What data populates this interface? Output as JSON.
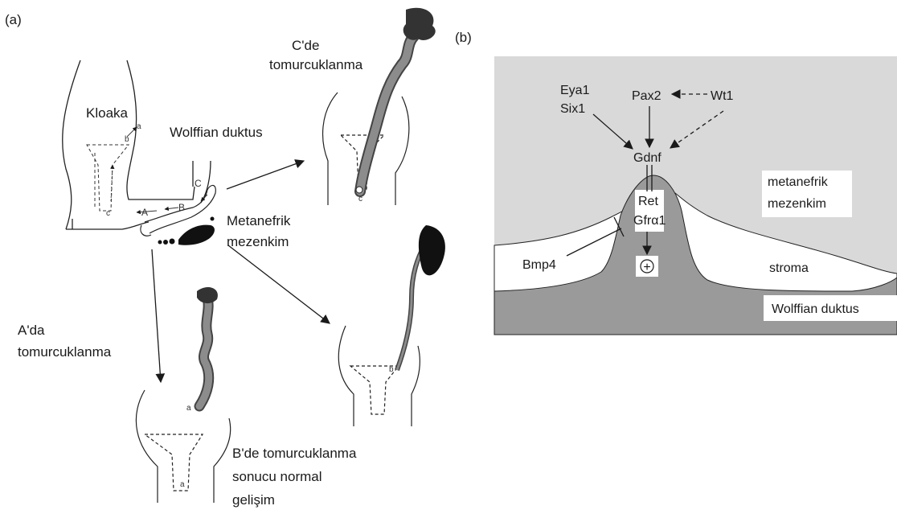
{
  "panels": {
    "a": "(a)",
    "b": "(b)"
  },
  "panel_a": {
    "kloaka": "Kloaka",
    "wolffian": "Wolffian duktus",
    "metanefrik_1": "Metanefrik",
    "metanefrik_2": "mezenkim",
    "bud_c_1": "C'de",
    "bud_c_2": "tomurcuklanma",
    "bud_a_1": "A'da",
    "bud_a_2": "tomurcuklanma",
    "bud_b_1": "B'de tomurcuklanma",
    "bud_b_2": "sonucu normal",
    "bud_b_3": "gelişim",
    "pt_a": "a",
    "pt_b": "b",
    "pt_c": "c",
    "pt_A": "A",
    "pt_B": "B",
    "pt_C": "C"
  },
  "panel_b": {
    "eya1": "Eya1",
    "six1": "Six1",
    "pax2": "Pax2",
    "wt1": "Wt1",
    "gdnf": "Gdnf",
    "ret": "Ret",
    "gfra1": "Gfrα1",
    "plus": "+",
    "bmp4": "Bmp4",
    "metanefrik_1": "metanefrik",
    "metanefrik_2": "mezenkim",
    "stroma": "stroma",
    "wolffian": "Wolffian duktus"
  },
  "colors": {
    "mesenchyme": "#d9d9d9",
    "duct": "#9a9a9a",
    "stroma": "#ffffff",
    "ink": "#1a1a1a"
  }
}
